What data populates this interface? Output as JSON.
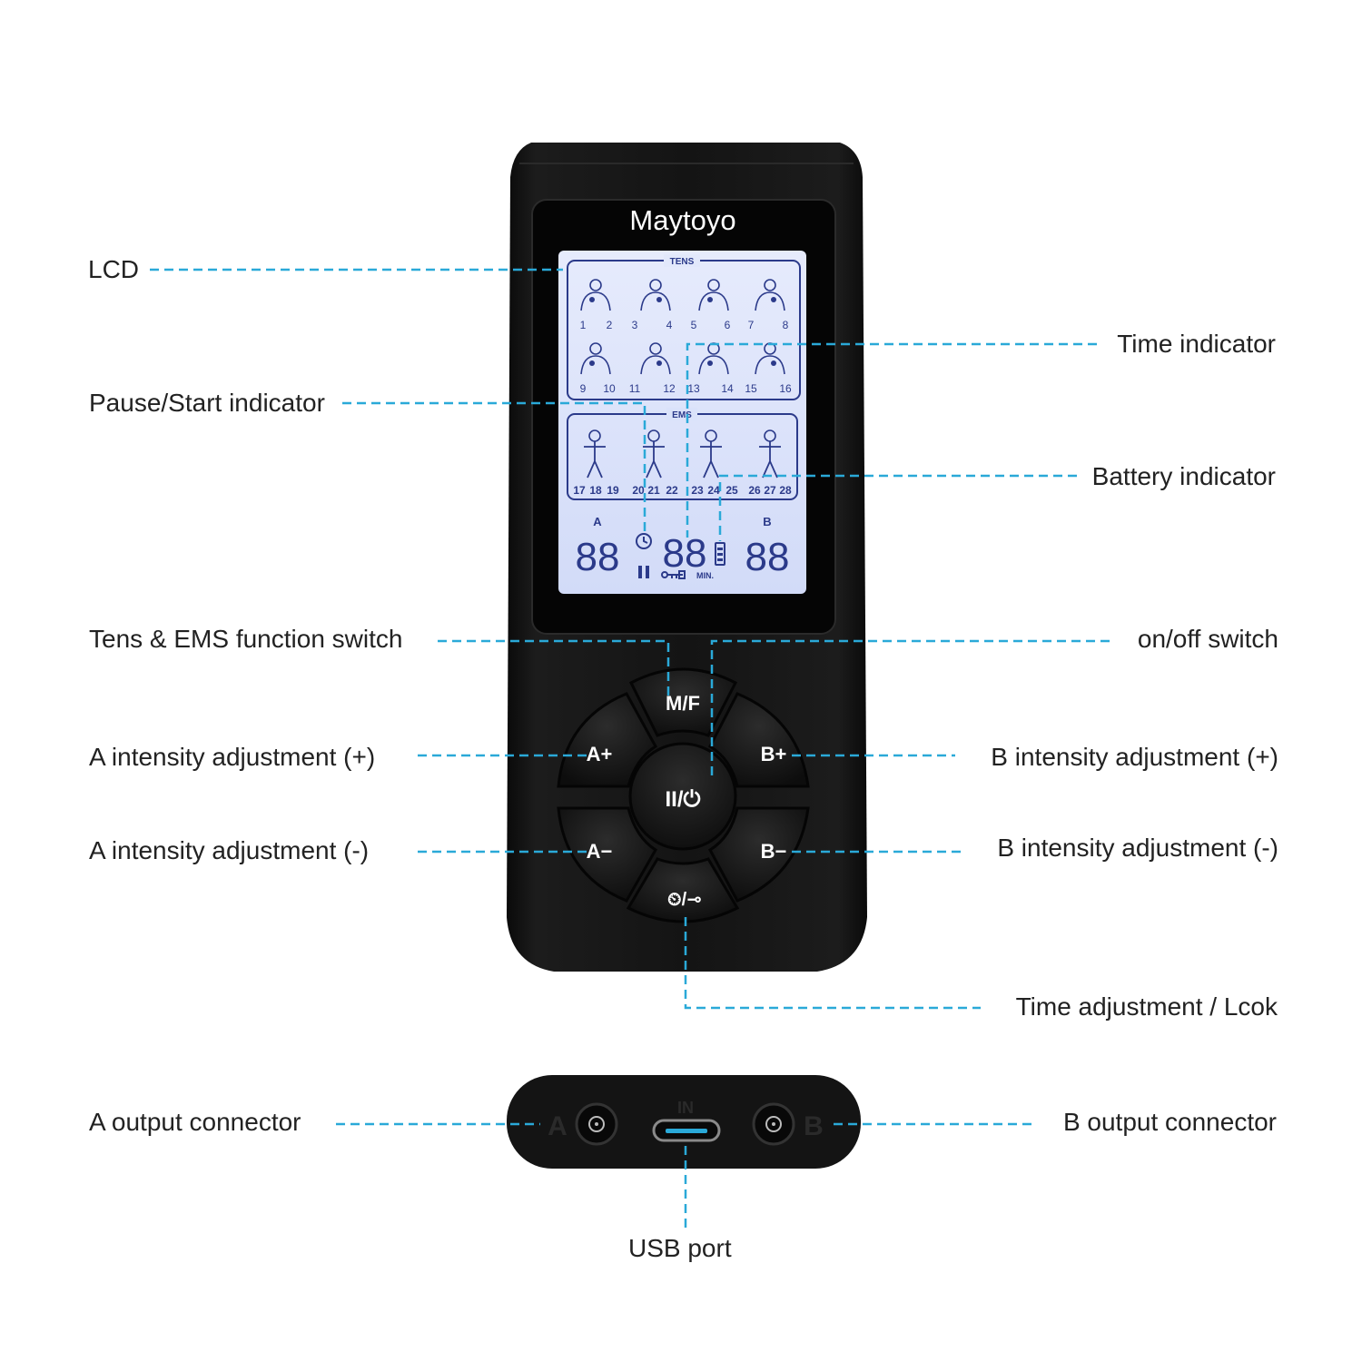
{
  "device": {
    "brand": "Maytoyo",
    "tens_label": "TENS",
    "ems_label": "EMS",
    "tens_numbers": [
      "1",
      "2",
      "3",
      "4",
      "5",
      "6",
      "7",
      "8",
      "9",
      "10",
      "11",
      "12",
      "13",
      "14",
      "15",
      "16"
    ],
    "ems_numbers": [
      "17",
      "18",
      "19",
      "20",
      "21",
      "22",
      "23",
      "24",
      "25",
      "26",
      "27",
      "28"
    ],
    "channel_a": "A",
    "channel_b": "B",
    "digits_a": "88",
    "digits_time": "88",
    "digits_b": "88",
    "min_label": "MIN.",
    "buttons": {
      "mode": "M/F",
      "a_plus": "A+",
      "a_minus": "A−",
      "b_plus": "B+",
      "b_minus": "B−",
      "power": "II/⏻",
      "time_lock": "⏲/⊸"
    },
    "port_in_label": "IN",
    "port_a_label": "A",
    "port_b_label": "B",
    "colors": {
      "body": "#141414",
      "lcd": "#dde4fb",
      "lcd_ink": "#2b3a8a",
      "leader": "#2aa9d8"
    }
  },
  "callouts": {
    "lcd": "LCD",
    "pause_start": "Pause/Start indicator",
    "tens_ems_switch": "Tens & EMS function switch",
    "a_plus": "A intensity adjustment (+)",
    "a_minus": "A intensity adjustment (-)",
    "a_output": "A output connector",
    "time_indicator": "Time indicator",
    "battery_indicator": "Battery indicator",
    "onoff": "on/off switch",
    "b_plus": "B intensity adjustment (+)",
    "b_minus": "B intensity adjustment (-)",
    "time_lock": "Time adjustment / Lcok",
    "b_output": "B output connector",
    "usb": "USB port"
  }
}
